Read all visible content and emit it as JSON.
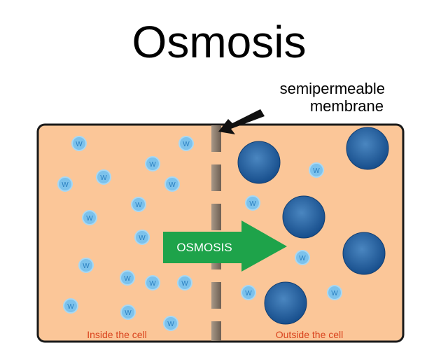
{
  "title": "Osmosis",
  "membrane_label_line1": "semipermeable",
  "membrane_label_line2": "membrane",
  "arrow_label": "OSMOSIS",
  "inside_label": "Inside the cell",
  "outside_label": "Outside the cell",
  "water_symbol": "W",
  "colors": {
    "cell": "#fbc698",
    "water": "#7cc2ec",
    "solute": "#1f5c9c",
    "arrow": "#1ea34a",
    "region_label": "#d9421c"
  }
}
